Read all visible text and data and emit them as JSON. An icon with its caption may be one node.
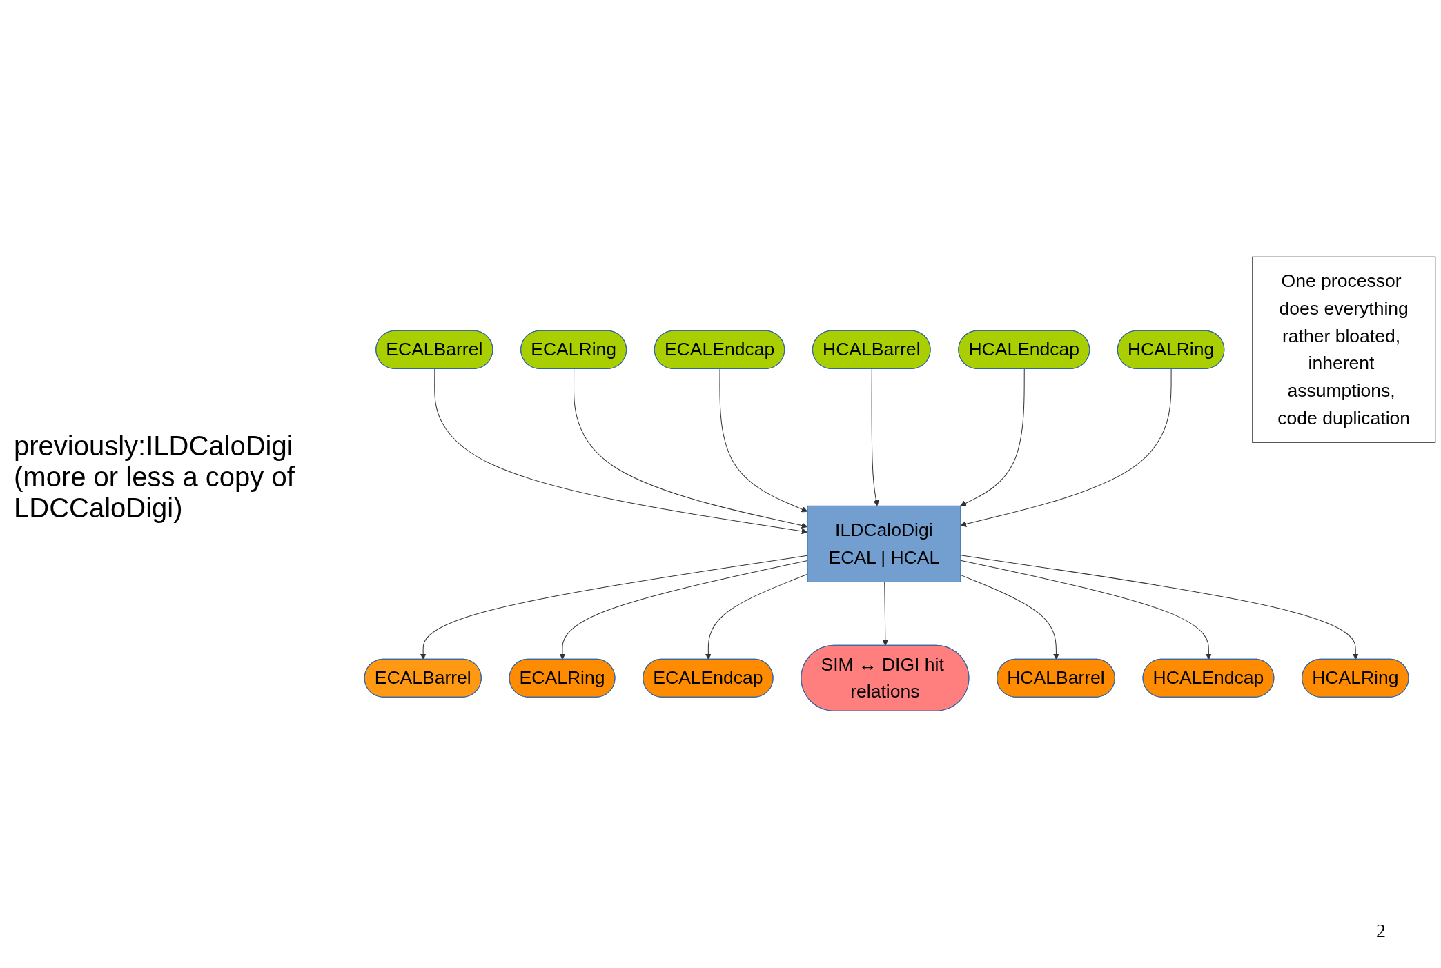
{
  "diagram": {
    "nodes": [
      {
        "text": [
          "ECALBarrel"
        ]
      },
      {
        "text": [
          "ECALRing"
        ]
      },
      {
        "text": [
          "ECALEndcap"
        ]
      },
      {
        "text": [
          "HCALBarrel"
        ]
      },
      {
        "text": [
          "HCALEndcap"
        ]
      },
      {
        "text": [
          "HCALRing"
        ]
      },
      {
        "text": [
          "ILDCaloDigi",
          "ECAL | HCAL"
        ]
      },
      {
        "text": [
          "One processor does everything",
          "rather bloated, inherent assumptions, code duplication"
        ]
      },
      {
        "text": [
          "ECALBarrel"
        ]
      },
      {
        "text": [
          "ECALRing"
        ]
      },
      {
        "text": [
          "ECALEndcap"
        ]
      },
      {
        "text": [
          "SIM ↔ DIGI hit relations"
        ]
      },
      {
        "text": [
          "HCALBarrel"
        ]
      },
      {
        "text": [
          "HCALEndcap"
        ]
      },
      {
        "text": [
          "HCALRing"
        ]
      }
    ],
    "edges": [
      {
        "from": 0,
        "to": 6,
        "arrow": "to"
      },
      {
        "from": 1,
        "to": 6,
        "arrow": "to"
      },
      {
        "from": 2,
        "to": 6,
        "arrow": "to"
      },
      {
        "from": 3,
        "to": 6,
        "arrow": "to"
      },
      {
        "from": 4,
        "to": 6,
        "arrow": "to"
      },
      {
        "from": 5,
        "to": 6,
        "arrow": "to"
      },
      {
        "from": 6,
        "to": 8,
        "arrow": "to"
      },
      {
        "from": 6,
        "to": 9,
        "arrow": "to"
      },
      {
        "from": 6,
        "to": 10,
        "arrow": "to"
      },
      {
        "from": 6,
        "to": 11,
        "arrow": "to"
      },
      {
        "from": 6,
        "to": 12,
        "arrow": "to"
      },
      {
        "from": 6,
        "to": 13,
        "arrow": "to"
      },
      {
        "from": 6,
        "to": 14,
        "arrow": "to"
      }
    ],
    "labels": [
      "previously:ILDCaloDigi (more or less a copy of LDCCaloDigi)",
      "2"
    ]
  }
}
